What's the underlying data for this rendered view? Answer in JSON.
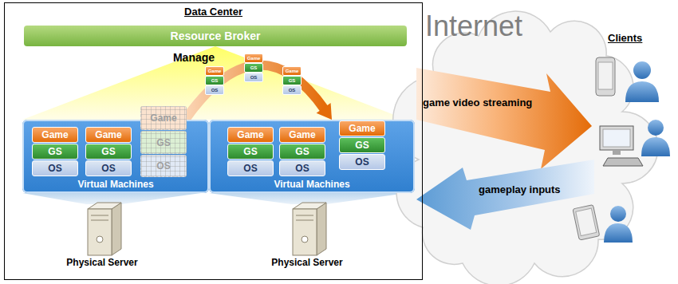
{
  "diagram": {
    "nodes": [
      {
        "text": [
          "Data Center"
        ]
      },
      {
        "text": [
          "Resource Broker"
        ],
        "in": 0
      },
      {
        "text": [
          "Game"
        ],
        "in": 0
      },
      {
        "text": [
          "GS"
        ],
        "in": 0
      },
      {
        "text": [
          "OS"
        ],
        "in": 0
      },
      {
        "text": [
          "Game"
        ],
        "in": 0
      },
      {
        "text": [
          "GS"
        ],
        "in": 0
      },
      {
        "text": [
          "OS"
        ],
        "in": 0
      },
      {
        "text": [
          "Game"
        ],
        "in": 0
      },
      {
        "text": [
          "GS"
        ],
        "in": 0
      },
      {
        "text": [
          "OS"
        ],
        "in": 0
      },
      {
        "text": [
          "Virtual Machines"
        ],
        "in": 0
      },
      {
        "text": [
          "Game"
        ],
        "in": 11
      },
      {
        "text": [
          "GS"
        ],
        "in": 11
      },
      {
        "text": [
          "OS"
        ],
        "in": 11
      },
      {
        "text": [
          "Game"
        ],
        "in": 11
      },
      {
        "text": [
          "GS"
        ],
        "in": 11
      },
      {
        "text": [
          "OS"
        ],
        "in": 11
      },
      {
        "text": [
          "Game"
        ],
        "in": 11
      },
      {
        "text": [
          "GS"
        ],
        "in": 11
      },
      {
        "text": [
          "OS"
        ],
        "in": 11
      },
      {
        "text": [
          "Virtual Machines"
        ],
        "in": 0
      },
      {
        "text": [
          "Game"
        ],
        "in": 21
      },
      {
        "text": [
          "GS"
        ],
        "in": 21
      },
      {
        "text": [
          "OS"
        ],
        "in": 21
      },
      {
        "text": [
          "Game"
        ],
        "in": 21
      },
      {
        "text": [
          "GS"
        ],
        "in": 21
      },
      {
        "text": [
          "OS"
        ],
        "in": 21
      },
      {
        "text": [
          "Game"
        ],
        "in": 21
      },
      {
        "text": [
          "GS"
        ],
        "in": 21
      },
      {
        "text": [
          "OS"
        ],
        "in": 21
      }
    ],
    "edges": [
      {
        "from": 11,
        "to": 21,
        "arrow": "to"
      }
    ],
    "labels": [
      "Manage",
      "Physical Server",
      "Physical Server",
      "Internet",
      "Clients",
      "game video streaming",
      "gameplay inputs"
    ]
  }
}
